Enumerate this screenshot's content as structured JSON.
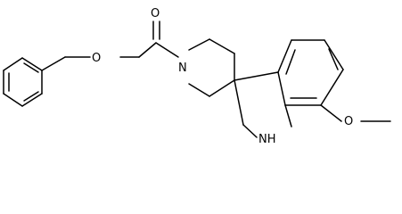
{
  "molecule": {
    "atoms": {
      "carbonyl_oxygen": "O",
      "ester_oxygen": "O",
      "piperidine_nitrogen": "N",
      "indoline_nitrogen": "NH",
      "methoxy_oxygen": "O"
    }
  },
  "colors": {
    "bond": "#000000",
    "label": "#000000",
    "background": "#ffffff"
  }
}
